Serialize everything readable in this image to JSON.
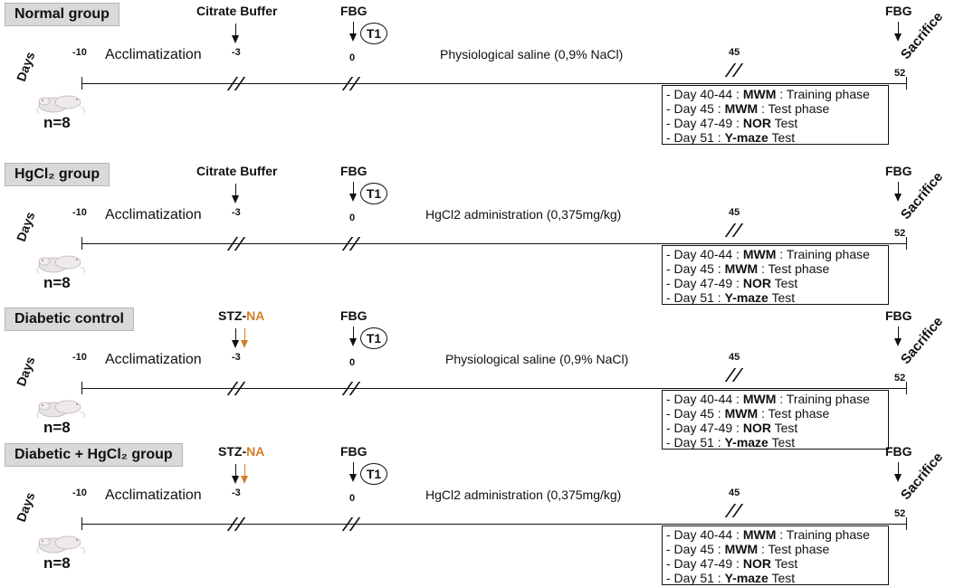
{
  "groups": [
    {
      "label": "Normal group",
      "injection_a": "Citrate Buffer",
      "injection_b": "",
      "treatment": "Physiological saline (0,9% NaCl)",
      "n": "n=8"
    },
    {
      "label": "HgCl₂ group",
      "injection_a": "Citrate Buffer",
      "injection_b": "",
      "treatment": "HgCl2 administration (0,375mg/kg)",
      "n": "n=8"
    },
    {
      "label": "Diabetic control",
      "injection_a": "STZ-",
      "injection_b": "NA",
      "treatment": "Physiological saline (0,9% NaCl)",
      "n": "n=8"
    },
    {
      "label": "Diabetic + HgCl₂  group",
      "injection_a": "STZ-",
      "injection_b": "NA",
      "treatment": "HgCl2 administration (0,375mg/kg)",
      "n": "n=8"
    }
  ],
  "timeline": {
    "days_label": "Days",
    "ticks": [
      "-10",
      "-3",
      "0",
      "45",
      "52"
    ],
    "acclimatization": "Acclimatization",
    "fbg": "FBG",
    "t1": "T1",
    "sacrifice": "Sacrifice"
  },
  "tests": [
    {
      "prefix": "- Day 40-44 : ",
      "name": "MWM",
      "suffix": " : Training phase"
    },
    {
      "prefix": "- Day 45 : ",
      "name": "MWM",
      "suffix": " : Test phase"
    },
    {
      "prefix": "- Day 47-49 : ",
      "name": "NOR",
      "suffix": " Test"
    },
    {
      "prefix": "- Day 51 : ",
      "name": "Y-maze",
      "suffix": " Test"
    }
  ],
  "colors": {
    "orange": "#d97c2a",
    "label_bg": "#d9d9d9"
  }
}
